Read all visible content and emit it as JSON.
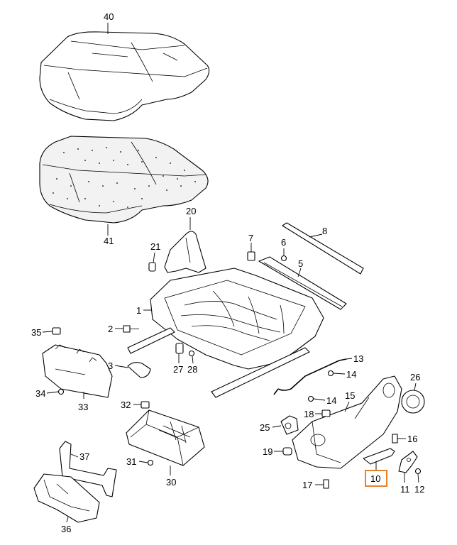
{
  "callouts": [
    {
      "id": "40",
      "text": "40"
    },
    {
      "id": "41",
      "text": "41"
    },
    {
      "id": "20",
      "text": "20"
    },
    {
      "id": "21",
      "text": "21"
    },
    {
      "id": "8",
      "text": "8"
    },
    {
      "id": "7",
      "text": "7"
    },
    {
      "id": "6",
      "text": "6"
    },
    {
      "id": "5",
      "text": "5"
    },
    {
      "id": "1",
      "text": "1"
    },
    {
      "id": "2",
      "text": "2"
    },
    {
      "id": "3",
      "text": "3"
    },
    {
      "id": "35",
      "text": "35"
    },
    {
      "id": "34",
      "text": "34"
    },
    {
      "id": "33",
      "text": "33"
    },
    {
      "id": "27",
      "text": "27"
    },
    {
      "id": "28",
      "text": "28"
    },
    {
      "id": "13",
      "text": "13"
    },
    {
      "id": "14a",
      "text": "14"
    },
    {
      "id": "14b",
      "text": "14"
    },
    {
      "id": "15",
      "text": "15"
    },
    {
      "id": "26",
      "text": "26"
    },
    {
      "id": "18",
      "text": "18"
    },
    {
      "id": "25",
      "text": "25"
    },
    {
      "id": "16",
      "text": "16"
    },
    {
      "id": "19",
      "text": "19"
    },
    {
      "id": "32",
      "text": "32"
    },
    {
      "id": "37",
      "text": "37"
    },
    {
      "id": "31",
      "text": "31"
    },
    {
      "id": "30",
      "text": "30"
    },
    {
      "id": "36",
      "text": "36"
    },
    {
      "id": "17",
      "text": "17"
    },
    {
      "id": "10",
      "text": "10"
    },
    {
      "id": "11",
      "text": "11"
    },
    {
      "id": "12",
      "text": "12"
    }
  ],
  "highlight": {
    "callout": "10",
    "color": "#e8812a"
  }
}
